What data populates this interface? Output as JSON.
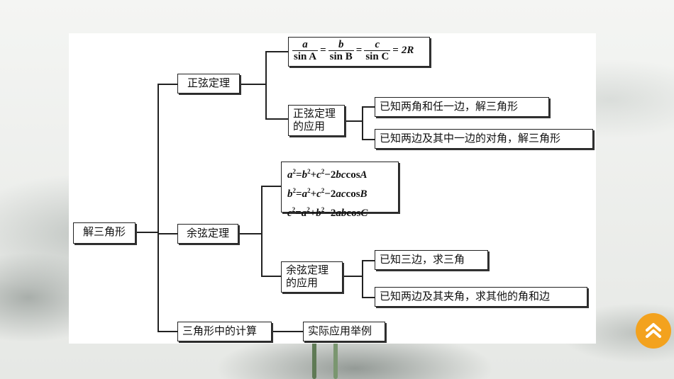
{
  "diagram": {
    "root": "解三角形",
    "sine": {
      "label": "正弦定理",
      "formula": {
        "f1_num": "a",
        "f1_den": "sin A",
        "f2_num": "b",
        "f2_den": "sin B",
        "f3_num": "c",
        "f3_den": "sin C",
        "rhs": "2R"
      },
      "application": {
        "line1": "正弦定理",
        "line2": "的应用",
        "cases": [
          "已知两角和任一边，解三角形",
          "已知两边及其中一边的对角，解三角形"
        ]
      }
    },
    "cosine": {
      "label": "余弦定理",
      "formulas": [
        {
          "lhs": "a",
          "v1": "b",
          "v2": "c",
          "coef": "2",
          "p1": "b",
          "p2": "c",
          "angle": "A"
        },
        {
          "lhs": "b",
          "v1": "a",
          "v2": "c",
          "coef": "2",
          "p1": "a",
          "p2": "c",
          "angle": "B"
        },
        {
          "lhs": "c",
          "v1": "a",
          "v2": "b",
          "coef": "2",
          "p1": "a",
          "p2": "b",
          "angle": "C"
        }
      ],
      "application": {
        "line1": "余弦定理",
        "line2": "的应用",
        "cases": [
          "已知三边，求三角",
          "已知两边及其夹角，求其他的角和边"
        ]
      }
    },
    "calc": {
      "label": "三角形中的计算",
      "example": "实际应用举例"
    }
  },
  "colors": {
    "accent": "#f3a21e",
    "line": "#222222"
  },
  "icons": {
    "scroll_top": "chevron-up-icon"
  }
}
